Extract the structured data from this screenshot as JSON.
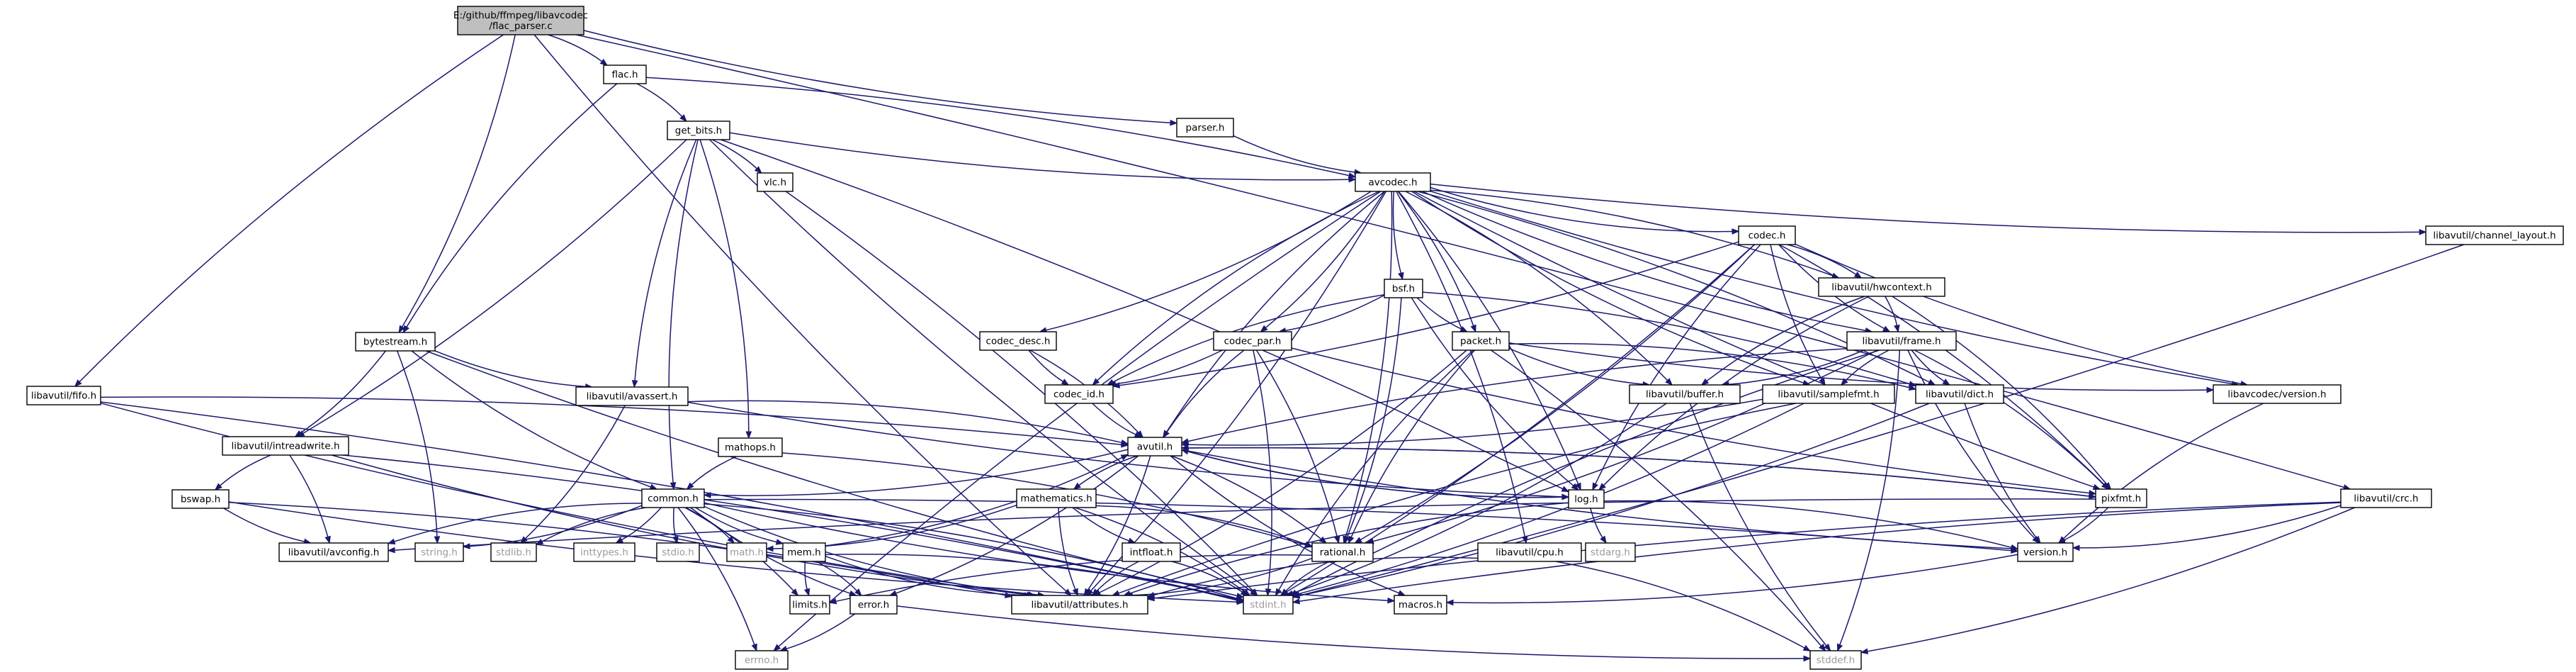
{
  "graph": {
    "colors": {
      "edge": "#191970",
      "root_fill": "#bfbfbf",
      "node_fill": "#ffffff",
      "border": "#000000",
      "missing_border": "#ff0000",
      "system_border": "#bfbfbf",
      "system_text": "#9a9a9a"
    },
    "nodes": [
      {
        "id": "root",
        "label": [
          "E:/github/ffmpeg/libavcodec",
          "/flac_parser.c"
        ],
        "style": "root"
      },
      {
        "id": "flac",
        "label": [
          "flac.h"
        ],
        "style": "normal"
      },
      {
        "id": "get_bits",
        "label": [
          "get_bits.h"
        ],
        "style": "normal"
      },
      {
        "id": "parser",
        "label": [
          "parser.h"
        ],
        "style": "normal"
      },
      {
        "id": "vlc",
        "label": [
          "vlc.h"
        ],
        "style": "normal"
      },
      {
        "id": "avcodec",
        "label": [
          "avcodec.h"
        ],
        "style": "normal"
      },
      {
        "id": "bytestream",
        "label": [
          "bytestream.h"
        ],
        "style": "normal"
      },
      {
        "id": "fifo",
        "label": [
          "libavutil/fifo.h"
        ],
        "style": "normal"
      },
      {
        "id": "intreadwrite",
        "label": [
          "libavutil/intreadwrite.h"
        ],
        "style": "normal"
      },
      {
        "id": "avassert",
        "label": [
          "libavutil/avassert.h"
        ],
        "style": "normal"
      },
      {
        "id": "mathops",
        "label": [
          "mathops.h"
        ],
        "style": "missing"
      },
      {
        "id": "bswap",
        "label": [
          "bswap.h"
        ],
        "style": "normal"
      },
      {
        "id": "avconfig",
        "label": [
          "libavutil/avconfig.h"
        ],
        "style": "normal"
      },
      {
        "id": "common",
        "label": [
          "common.h"
        ],
        "style": "normal"
      },
      {
        "id": "string",
        "label": [
          "string.h"
        ],
        "style": "system"
      },
      {
        "id": "stdlib",
        "label": [
          "stdlib.h"
        ],
        "style": "system"
      },
      {
        "id": "inttypes",
        "label": [
          "inttypes.h"
        ],
        "style": "system"
      },
      {
        "id": "stdio",
        "label": [
          "stdio.h"
        ],
        "style": "system"
      },
      {
        "id": "math",
        "label": [
          "math.h"
        ],
        "style": "system"
      },
      {
        "id": "mem",
        "label": [
          "mem.h"
        ],
        "style": "normal"
      },
      {
        "id": "limits",
        "label": [
          "limits.h"
        ],
        "style": "missing"
      },
      {
        "id": "error",
        "label": [
          "error.h"
        ],
        "style": "normal"
      },
      {
        "id": "errno",
        "label": [
          "errno.h"
        ],
        "style": "system"
      },
      {
        "id": "attributes",
        "label": [
          "libavutil/attributes.h"
        ],
        "style": "normal"
      },
      {
        "id": "stdint",
        "label": [
          "stdint.h"
        ],
        "style": "system"
      },
      {
        "id": "macros",
        "label": [
          "macros.h"
        ],
        "style": "normal"
      },
      {
        "id": "stddef",
        "label": [
          "stddef.h"
        ],
        "style": "system"
      },
      {
        "id": "mathematics",
        "label": [
          "mathematics.h"
        ],
        "style": "normal"
      },
      {
        "id": "intfloat",
        "label": [
          "intfloat.h"
        ],
        "style": "normal"
      },
      {
        "id": "rational",
        "label": [
          "rational.h"
        ],
        "style": "normal"
      },
      {
        "id": "avutil",
        "label": [
          "avutil.h"
        ],
        "style": "normal"
      },
      {
        "id": "log",
        "label": [
          "log.h"
        ],
        "style": "normal"
      },
      {
        "id": "stdarg",
        "label": [
          "stdarg.h"
        ],
        "style": "system"
      },
      {
        "id": "pixfmt",
        "label": [
          "pixfmt.h"
        ],
        "style": "normal"
      },
      {
        "id": "version",
        "label": [
          "version.h"
        ],
        "style": "normal"
      },
      {
        "id": "codec_desc",
        "label": [
          "codec_desc.h"
        ],
        "style": "normal"
      },
      {
        "id": "codec_id",
        "label": [
          "codec_id.h"
        ],
        "style": "normal"
      },
      {
        "id": "codec_par",
        "label": [
          "codec_par.h"
        ],
        "style": "normal"
      },
      {
        "id": "bsf",
        "label": [
          "bsf.h"
        ],
        "style": "normal"
      },
      {
        "id": "packet",
        "label": [
          "packet.h"
        ],
        "style": "normal"
      },
      {
        "id": "codec",
        "label": [
          "codec.h"
        ],
        "style": "normal"
      },
      {
        "id": "hwcontext",
        "label": [
          "libavutil/hwcontext.h"
        ],
        "style": "normal"
      },
      {
        "id": "frame",
        "label": [
          "libavutil/frame.h"
        ],
        "style": "normal"
      },
      {
        "id": "buffer",
        "label": [
          "libavutil/buffer.h"
        ],
        "style": "normal"
      },
      {
        "id": "samplefmt",
        "label": [
          "libavutil/samplefmt.h"
        ],
        "style": "normal"
      },
      {
        "id": "dict",
        "label": [
          "libavutil/dict.h"
        ],
        "style": "normal"
      },
      {
        "id": "lcversion",
        "label": [
          "libavcodec/version.h"
        ],
        "style": "normal"
      },
      {
        "id": "cpu",
        "label": [
          "libavutil/cpu.h"
        ],
        "style": "normal"
      },
      {
        "id": "channel_layout",
        "label": [
          "libavutil/channel_layout.h"
        ],
        "style": "normal"
      },
      {
        "id": "crc",
        "label": [
          "libavutil/crc.h"
        ],
        "style": "normal"
      }
    ],
    "edges": [
      [
        "root",
        "flac"
      ],
      [
        "root",
        "parser"
      ],
      [
        "root",
        "bytestream"
      ],
      [
        "root",
        "fifo"
      ],
      [
        "root",
        "crc"
      ],
      [
        "root",
        "attributes"
      ],
      [
        "flac",
        "get_bits"
      ],
      [
        "flac",
        "bytestream"
      ],
      [
        "flac",
        "avcodec"
      ],
      [
        "parser",
        "avcodec"
      ],
      [
        "get_bits",
        "vlc"
      ],
      [
        "get_bits",
        "avcodec"
      ],
      [
        "get_bits",
        "intreadwrite"
      ],
      [
        "get_bits",
        "avassert"
      ],
      [
        "get_bits",
        "mathops"
      ],
      [
        "get_bits",
        "common"
      ],
      [
        "get_bits",
        "log"
      ],
      [
        "get_bits",
        "stdint"
      ],
      [
        "vlc",
        "stdint"
      ],
      [
        "bytestream",
        "avassert"
      ],
      [
        "bytestream",
        "intreadwrite"
      ],
      [
        "bytestream",
        "common"
      ],
      [
        "bytestream",
        "string"
      ],
      [
        "bytestream",
        "stdint"
      ],
      [
        "fifo",
        "avutil"
      ],
      [
        "fifo",
        "attributes"
      ],
      [
        "fifo",
        "stdint"
      ],
      [
        "intreadwrite",
        "bswap"
      ],
      [
        "intreadwrite",
        "avconfig"
      ],
      [
        "intreadwrite",
        "attributes"
      ],
      [
        "intreadwrite",
        "stdint"
      ],
      [
        "bswap",
        "avconfig"
      ],
      [
        "bswap",
        "attributes"
      ],
      [
        "bswap",
        "stdint"
      ],
      [
        "avassert",
        "avutil"
      ],
      [
        "avassert",
        "log"
      ],
      [
        "avassert",
        "stdlib"
      ],
      [
        "mathops",
        "common"
      ],
      [
        "mathops",
        "rational"
      ],
      [
        "common",
        "avconfig"
      ],
      [
        "common",
        "string"
      ],
      [
        "common",
        "stdlib"
      ],
      [
        "common",
        "inttypes"
      ],
      [
        "common",
        "stdio"
      ],
      [
        "common",
        "math"
      ],
      [
        "common",
        "mem"
      ],
      [
        "common",
        "limits"
      ],
      [
        "common",
        "error"
      ],
      [
        "common",
        "errno"
      ],
      [
        "common",
        "attributes"
      ],
      [
        "common",
        "stdint"
      ],
      [
        "common",
        "macros"
      ],
      [
        "common",
        "version"
      ],
      [
        "mem",
        "limits"
      ],
      [
        "mem",
        "error"
      ],
      [
        "mem",
        "attributes"
      ],
      [
        "mem",
        "stdint"
      ],
      [
        "mem",
        "avutil"
      ],
      [
        "error",
        "errno"
      ],
      [
        "error",
        "stddef"
      ],
      [
        "mathematics",
        "math"
      ],
      [
        "mathematics",
        "intfloat"
      ],
      [
        "mathematics",
        "rational"
      ],
      [
        "mathematics",
        "attributes"
      ],
      [
        "mathematics",
        "stdint"
      ],
      [
        "intfloat",
        "attributes"
      ],
      [
        "intfloat",
        "stdint"
      ],
      [
        "rational",
        "limits"
      ],
      [
        "rational",
        "attributes"
      ],
      [
        "rational",
        "stdint"
      ],
      [
        "avutil",
        "common"
      ],
      [
        "avutil",
        "mathematics"
      ],
      [
        "avutil",
        "rational"
      ],
      [
        "avutil",
        "log"
      ],
      [
        "avutil",
        "pixfmt"
      ],
      [
        "avutil",
        "version"
      ],
      [
        "avutil",
        "error"
      ],
      [
        "avutil",
        "macros"
      ],
      [
        "avutil",
        "attributes"
      ],
      [
        "log",
        "stdarg"
      ],
      [
        "log",
        "version"
      ],
      [
        "log",
        "attributes"
      ],
      [
        "log",
        "avutil"
      ],
      [
        "pixfmt",
        "avconfig"
      ],
      [
        "pixfmt",
        "version"
      ],
      [
        "pixfmt",
        "avutil"
      ],
      [
        "version",
        "macros"
      ],
      [
        "avcodec",
        "errno"
      ],
      [
        "avcodec",
        "attributes"
      ],
      [
        "avcodec",
        "avutil"
      ],
      [
        "avcodec",
        "codec_desc"
      ],
      [
        "avcodec",
        "codec_id"
      ],
      [
        "avcodec",
        "codec_par"
      ],
      [
        "avcodec",
        "bsf"
      ],
      [
        "avcodec",
        "packet"
      ],
      [
        "avcodec",
        "codec"
      ],
      [
        "avcodec",
        "hwcontext"
      ],
      [
        "avcodec",
        "frame"
      ],
      [
        "avcodec",
        "buffer"
      ],
      [
        "avcodec",
        "samplefmt"
      ],
      [
        "avcodec",
        "dict"
      ],
      [
        "avcodec",
        "lcversion"
      ],
      [
        "avcodec",
        "cpu"
      ],
      [
        "avcodec",
        "channel_layout"
      ],
      [
        "avcodec",
        "log"
      ],
      [
        "avcodec",
        "pixfmt"
      ],
      [
        "avcodec",
        "rational"
      ],
      [
        "codec_desc",
        "codec_id"
      ],
      [
        "codec_desc",
        "avutil"
      ],
      [
        "codec_id",
        "avutil"
      ],
      [
        "codec_par",
        "codec_id"
      ],
      [
        "codec_par",
        "avutil"
      ],
      [
        "codec_par",
        "rational"
      ],
      [
        "codec_par",
        "pixfmt"
      ],
      [
        "codec_par",
        "stdint"
      ],
      [
        "bsf",
        "codec_id"
      ],
      [
        "bsf",
        "codec_par"
      ],
      [
        "bsf",
        "packet"
      ],
      [
        "bsf",
        "dict"
      ],
      [
        "bsf",
        "log"
      ],
      [
        "bsf",
        "rational"
      ],
      [
        "packet",
        "buffer"
      ],
      [
        "packet",
        "dict"
      ],
      [
        "packet",
        "rational"
      ],
      [
        "packet",
        "attributes"
      ],
      [
        "packet",
        "stdint"
      ],
      [
        "packet",
        "stddef"
      ],
      [
        "packet",
        "lcversion"
      ],
      [
        "codec",
        "hwcontext"
      ],
      [
        "codec",
        "frame"
      ],
      [
        "codec",
        "codec_id"
      ],
      [
        "codec",
        "samplefmt"
      ],
      [
        "codec",
        "pixfmt"
      ],
      [
        "codec",
        "log"
      ],
      [
        "codec",
        "rational"
      ],
      [
        "codec",
        "lcversion"
      ],
      [
        "codec",
        "stdint"
      ],
      [
        "hwcontext",
        "buffer"
      ],
      [
        "hwcontext",
        "frame"
      ],
      [
        "hwcontext",
        "log"
      ],
      [
        "hwcontext",
        "pixfmt"
      ],
      [
        "frame",
        "avutil"
      ],
      [
        "frame",
        "buffer"
      ],
      [
        "frame",
        "dict"
      ],
      [
        "frame",
        "rational"
      ],
      [
        "frame",
        "samplefmt"
      ],
      [
        "frame",
        "pixfmt"
      ],
      [
        "frame",
        "version"
      ],
      [
        "frame",
        "stddef"
      ],
      [
        "frame",
        "stdint"
      ],
      [
        "buffer",
        "stdint"
      ],
      [
        "buffer",
        "stddef"
      ],
      [
        "samplefmt",
        "avutil"
      ],
      [
        "samplefmt",
        "attributes"
      ],
      [
        "samplefmt",
        "stdint"
      ],
      [
        "dict",
        "version"
      ],
      [
        "dict",
        "stdint"
      ],
      [
        "lcversion",
        "version"
      ],
      [
        "cpu",
        "stddef"
      ],
      [
        "cpu",
        "attributes"
      ],
      [
        "channel_layout",
        "stdint"
      ],
      [
        "crc",
        "stdint"
      ],
      [
        "crc",
        "stddef"
      ],
      [
        "crc",
        "attributes"
      ],
      [
        "crc",
        "version"
      ]
    ]
  }
}
